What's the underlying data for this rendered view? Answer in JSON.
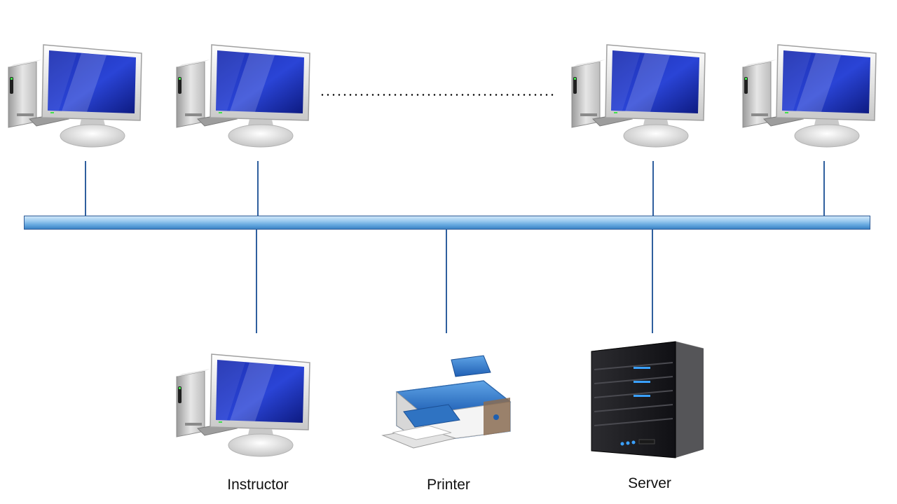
{
  "diagram": {
    "bus_color": "#3b82c4",
    "link_color": "#2f5f9e",
    "top_workstations": [
      {
        "icon": "computer-icon"
      },
      {
        "icon": "computer-icon"
      },
      {
        "icon": "computer-icon"
      },
      {
        "icon": "computer-icon"
      }
    ],
    "bottom_nodes": [
      {
        "label": "Instructor",
        "icon": "computer-icon"
      },
      {
        "label": "Printer",
        "icon": "printer-icon"
      },
      {
        "label": "Server",
        "icon": "server-icon"
      }
    ]
  }
}
